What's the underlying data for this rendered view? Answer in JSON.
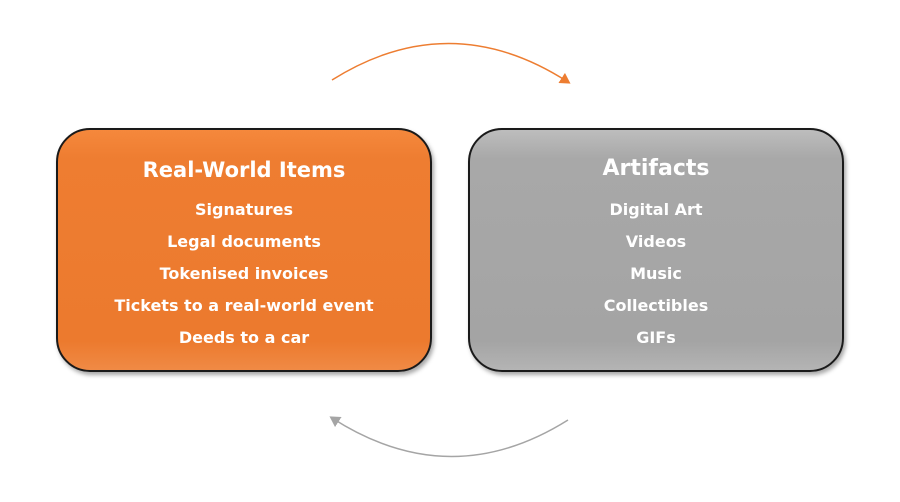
{
  "diagram": {
    "left_box": {
      "title": "Real-World Items",
      "items": [
        "Signatures",
        "Legal documents",
        "Tokenised invoices",
        "Tickets to a real-world event",
        "Deeds to a car"
      ],
      "color": "#ED7D31"
    },
    "right_box": {
      "title": "Artifacts",
      "items": [
        "Digital Art",
        "Videos",
        "Music",
        "Collectibles",
        "GIFs"
      ],
      "color": "#A5A5A5"
    },
    "arrow_top_color": "#ED7D31",
    "arrow_bottom_color": "#A5A5A5"
  }
}
